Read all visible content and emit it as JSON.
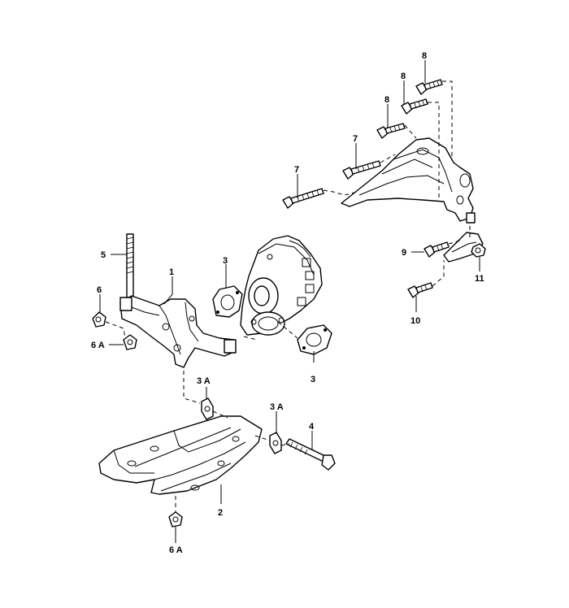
{
  "diagram": {
    "callouts": {
      "c1": "1",
      "c2": "2",
      "c3_upper": "3",
      "c3_lower": "3",
      "c3a_left": "3 A",
      "c3a_right": "3 A",
      "c4": "4",
      "c5": "5",
      "c6": "6",
      "c6a_upper": "6 A",
      "c6a_lower": "6 A",
      "c7_left": "7",
      "c7_right": "7",
      "c8_low": "8",
      "c8_mid": "8",
      "c8_top": "8",
      "c9": "9",
      "c10": "10",
      "c11": "11"
    }
  }
}
